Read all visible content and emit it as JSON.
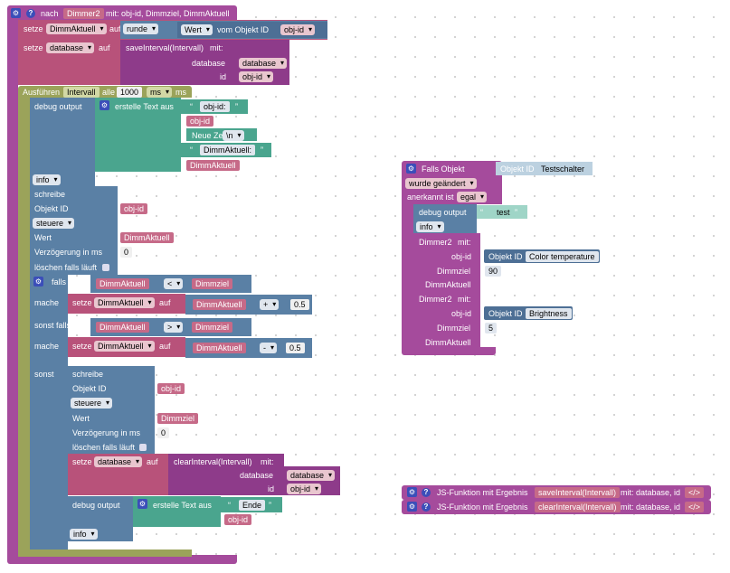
{
  "fn": {
    "label": "nach",
    "name": "Dimmer2",
    "params": "mit: obj-id, Dimmziel, DimmAktuell",
    "setze1": {
      "kw": "setze",
      "var": "DimmAktuell",
      "auf": "auf",
      "round": "runde",
      "wert": "Wert",
      "vom": "vom Objekt ID",
      "objid": "obj-id"
    },
    "setze2": {
      "kw": "setze",
      "var": "database",
      "auf": "auf",
      "fn": "saveInterval(Intervall)",
      "mit": "mit:",
      "p1": "database",
      "p1v": "database",
      "p2": "id",
      "p2v": "obj-id"
    },
    "interval": {
      "kw": "Ausführen",
      "var": "Intervall",
      "alle": "alle",
      "num": "1000",
      "unit": "ms",
      "unit2": "ms"
    },
    "debug1": {
      "kw": "debug output",
      "text": "erstelle Text aus",
      "s1": "obj-id:",
      "v1": "obj-id",
      "nl": "Neue Zeile",
      "nlv": "\\n",
      "s2": "DimmAktuell:",
      "v2": "DimmAktuell",
      "lvl": "info"
    },
    "write1": {
      "kw": "schreibe",
      "oid": "Objekt ID",
      "oidv": "obj-id",
      "mode": "steuere",
      "wert": "Wert",
      "wertv": "DimmAktuell",
      "delay": "Verzögerung in ms",
      "delayv": "0",
      "clr": "löschen falls läuft"
    },
    "if": {
      "falls": "falls",
      "lhs1": "DimmAktuell",
      "op1": "<",
      "rhs1": "Dimmziel",
      "mache": "mache",
      "set1": "setze",
      "var1": "DimmAktuell",
      "auf": "auf",
      "a1": "DimmAktuell",
      "aop1": "+",
      "n1": "0.5",
      "sonst_falls": "sonst falls",
      "lhs2": "DimmAktuell",
      "op2": ">",
      "rhs2": "Dimmziel",
      "mache2": "mache",
      "set2": "setze",
      "var2": "DimmAktuell",
      "a2": "DimmAktuell",
      "aop2": "-",
      "n2": "0.5",
      "sonst": "sonst"
    },
    "write2": {
      "kw": "schreibe",
      "oid": "Objekt ID",
      "oidv": "obj-id",
      "mode": "steuere",
      "wert": "Wert",
      "wertv": "Dimmziel",
      "delay": "Verzögerung in ms",
      "delayv": "0",
      "clr": "löschen falls läuft"
    },
    "setze3": {
      "kw": "setze",
      "var": "database",
      "auf": "auf",
      "fn": "clearInterval(Intervall)",
      "mit": "mit:",
      "p1": "database",
      "p1v": "database",
      "p2": "id",
      "p2v": "obj-id"
    },
    "debug2": {
      "kw": "debug output",
      "text": "erstelle Text aus",
      "s1": "Ende",
      "v1": "obj-id",
      "lvl": "info"
    }
  },
  "trigger": {
    "falls": "Falls Objekt",
    "oidlbl": "Objekt ID",
    "oid": "Testschalter",
    "ch": "wurde geändert",
    "ack": "anerkannt ist",
    "ackv": "egal",
    "debug": "debug output",
    "debugv": "test",
    "lvl": "info",
    "call1": {
      "name": "Dimmer2",
      "mit": "mit:",
      "p1": "obj-id",
      "oidlbl": "Objekt ID",
      "oid": "Color temperature",
      "p2": "Dimmziel",
      "p2v": "90",
      "p3": "DimmAktuell"
    },
    "call2": {
      "name": "Dimmer2",
      "mit": "mit:",
      "p1": "obj-id",
      "oidlbl": "Objekt ID",
      "oid": "Brightness",
      "p2": "Dimmziel",
      "p2v": "5",
      "p3": "DimmAktuell"
    }
  },
  "js1": {
    "label": "JS-Funktion mit Ergebnis",
    "name": "saveInterval(Intervall)",
    "mit": "mit: database, id",
    "code": "</>"
  },
  "js2": {
    "label": "JS-Funktion mit Ergebnis",
    "name": "clearInterval(Intervall)",
    "mit": "mit: database, id",
    "code": "</>"
  },
  "colors": {
    "procedure": "#a54b9c",
    "variable": "#b8527a",
    "io": "#5a80a5",
    "text": "#4aa58e",
    "timer": "#9ba35a"
  }
}
